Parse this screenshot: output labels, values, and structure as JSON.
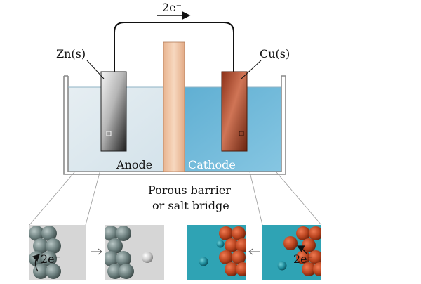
{
  "diagram": {
    "electron_flow_label": "2e⁻",
    "anode_metal_label": "Zn(s)",
    "cathode_metal_label": "Cu(s)",
    "anode_label": "Anode",
    "cathode_label": "Cathode",
    "barrier_label_line1": "Porous barrier",
    "barrier_label_line2": "or salt bridge",
    "inset_anode_electrons": "2e⁻",
    "inset_cathode_electrons": "2e⁻"
  },
  "colors": {
    "anode_solution": "#dde8ee",
    "cathode_solution": "#6fb8d8",
    "zinc_light": "#e6e6e6",
    "zinc_dark": "#3a3a3a",
    "copper": "#a8452a",
    "copper_dark": "#6a2410",
    "barrier": "#f2c8a8",
    "zinc_atom": "#6e8382",
    "cu_ion": "#1d8a9a"
  }
}
